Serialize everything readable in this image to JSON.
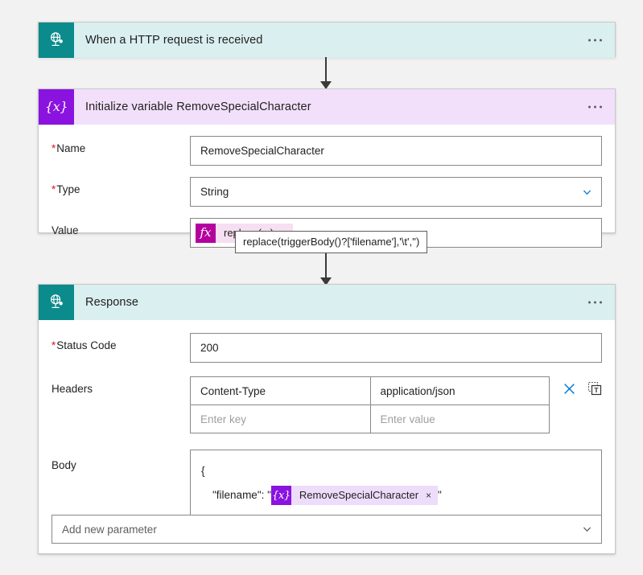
{
  "page": {
    "background": "#f2f2f2"
  },
  "colors": {
    "teal_icon": "#0b8b8b",
    "teal_header": "#daeff0",
    "purple_icon": "#8a13e0",
    "purple_header": "#f2e0fb",
    "magenta_chip": "#b4009e",
    "pink_chip_body": "#f6dff2",
    "violet_chip_body": "#eedcfb",
    "required_asterisk": "#e81123",
    "delete_icon": "#0078d4",
    "connector": "#3b3a39"
  },
  "trigger_card": {
    "title": "When a HTTP request is received",
    "icon": "globe-network-icon",
    "menu": "ellipsis-menu"
  },
  "init_variable_card": {
    "title": "Initialize variable RemoveSpecialCharacter",
    "icon": "variable-braces-icon",
    "menu": "ellipsis-menu",
    "fields": {
      "name": {
        "label": "Name",
        "required": true,
        "value": "RemoveSpecialCharacter"
      },
      "type": {
        "label": "Type",
        "required": true,
        "value": "String",
        "chevron": "chevron-down-icon"
      },
      "value": {
        "label": "Value",
        "required": false,
        "token": {
          "icon": "fx-icon",
          "label": "replace(...)",
          "remove": "×"
        }
      }
    },
    "tooltip": "replace(triggerBody()?['filename'],'\\t','')"
  },
  "response_card": {
    "title": "Response",
    "icon": "globe-network-icon",
    "menu": "ellipsis-menu",
    "fields": {
      "status_code": {
        "label": "Status Code",
        "required": true,
        "value": "200"
      },
      "headers": {
        "label": "Headers",
        "rows": [
          {
            "key": "Content-Type",
            "value": "application/json",
            "is_placeholder": false
          },
          {
            "key": "Enter key",
            "value": "Enter value",
            "is_placeholder": true
          }
        ],
        "actions": [
          {
            "name": "delete-header-row",
            "glyph": "✕"
          },
          {
            "name": "switch-to-text-mode",
            "glyph": "T"
          }
        ]
      },
      "body": {
        "label": "Body",
        "lines": {
          "open_brace": "{",
          "key": "\"filename\": \"",
          "closing_quote": "\"",
          "close_brace": "}"
        },
        "token": {
          "icon": "variable-braces-icon",
          "label": "RemoveSpecialCharacter",
          "remove": "×"
        }
      }
    },
    "add_parameter": {
      "label": "Add new parameter",
      "chevron": "chevron-down-icon"
    }
  }
}
